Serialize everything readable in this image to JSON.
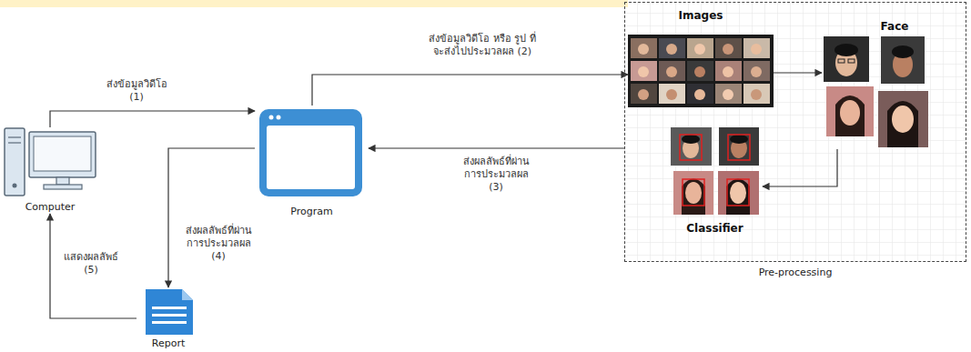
{
  "diagram": {
    "nodes": [
      {
        "text": [
          "Computer"
        ]
      },
      {
        "text": [
          "Program"
        ]
      },
      {
        "text": [
          "Report"
        ]
      },
      {
        "text": [
          "Pre-processing"
        ]
      },
      {
        "text": [
          "Images"
        ],
        "in": 3
      },
      {
        "text": [
          "Face"
        ],
        "in": 3
      },
      {
        "text": [
          "Classifier"
        ],
        "in": 3
      }
    ],
    "edges": [
      {
        "from": 0,
        "to": 1,
        "label": "ส่งข้อมูลวิดีโอ (1)",
        "arrow": "to"
      },
      {
        "from": 1,
        "to": 4,
        "label": "ส่งข้อมูลวิดีโอ หรือ รูป ที่จะส่งไปประมวลผล (2)",
        "arrow": "to"
      },
      {
        "from": 3,
        "to": 1,
        "label": "ส่งผลลัพธ์ที่ผ่าน การประมวลผล (3)",
        "arrow": "to"
      },
      {
        "from": 1,
        "to": 2,
        "label": "ส่งผลลัพธ์ที่ผ่าน การประมวลผล (4)",
        "arrow": "to"
      },
      {
        "from": 2,
        "to": 0,
        "label": "แสดงผลลัพธ์ (5)",
        "arrow": "to"
      },
      {
        "from": 4,
        "to": 5,
        "arrow": "to"
      },
      {
        "from": 5,
        "to": 6,
        "arrow": "to"
      }
    ]
  }
}
